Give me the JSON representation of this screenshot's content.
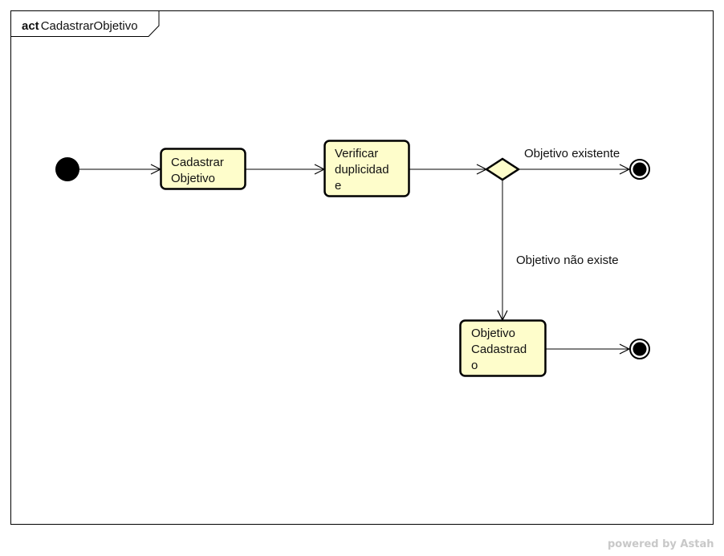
{
  "frame": {
    "keyword": "act",
    "name": "CadastrarObjetivo"
  },
  "actions": [
    {
      "lines": [
        "Cadastrar",
        "Objetivo"
      ]
    },
    {
      "lines": [
        "Verificar",
        "duplicidad",
        "e"
      ]
    },
    {
      "lines": [
        "Objetivo",
        "Cadastrad",
        "o"
      ]
    }
  ],
  "guards": {
    "existing": "Objetivo existente",
    "not_existing": "Objetivo não existe"
  },
  "watermark": "powered by Astah",
  "colors": {
    "action_fill": "#FEFDCB",
    "stroke": "#000000"
  }
}
